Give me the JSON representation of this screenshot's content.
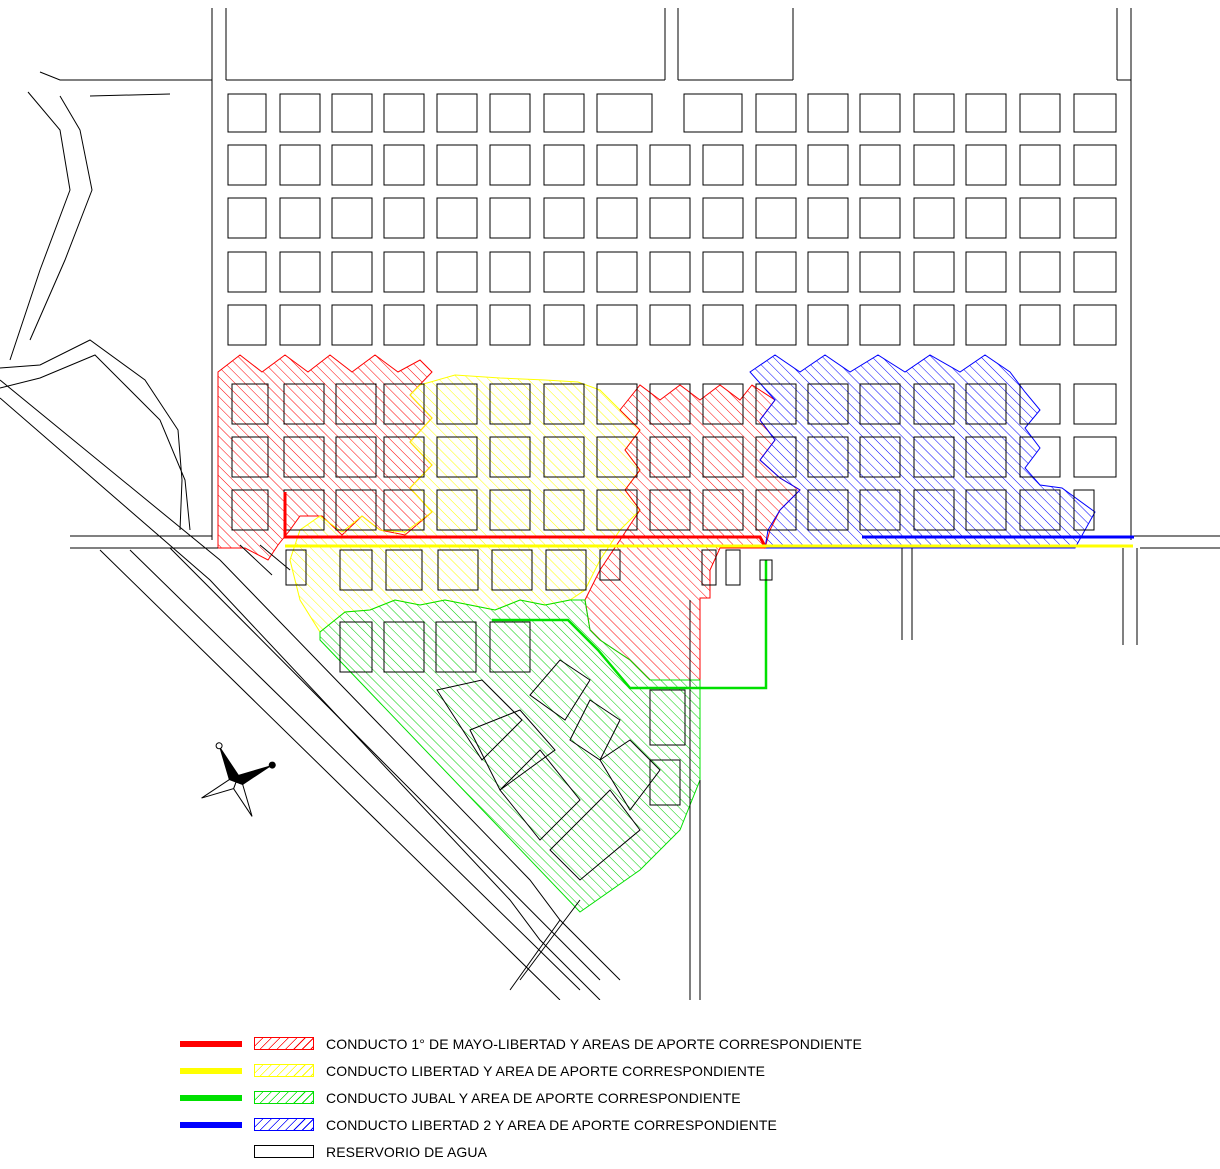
{
  "legend": {
    "items": [
      {
        "label": "CONDUCTO 1° DE MAYO-LIBERTAD Y AREAS DE APORTE CORRESPONDIENTE",
        "color": "#ff0000"
      },
      {
        "label": "CONDUCTO LIBERTAD Y AREA DE APORTE CORRESPONDIENTE",
        "color": "#ffff00"
      },
      {
        "label": "CONDUCTO JUBAL Y AREA DE APORTE CORRESPONDIENTE",
        "color": "#00e000"
      },
      {
        "label": "CONDUCTO LIBERTAD 2 Y AREA DE APORTE CORRESPONDIENTE",
        "color": "#0000ff"
      }
    ],
    "reservoir_label": "RESERVORIO DE AGUA"
  },
  "map": {
    "compass": "compass-rose-icon"
  }
}
